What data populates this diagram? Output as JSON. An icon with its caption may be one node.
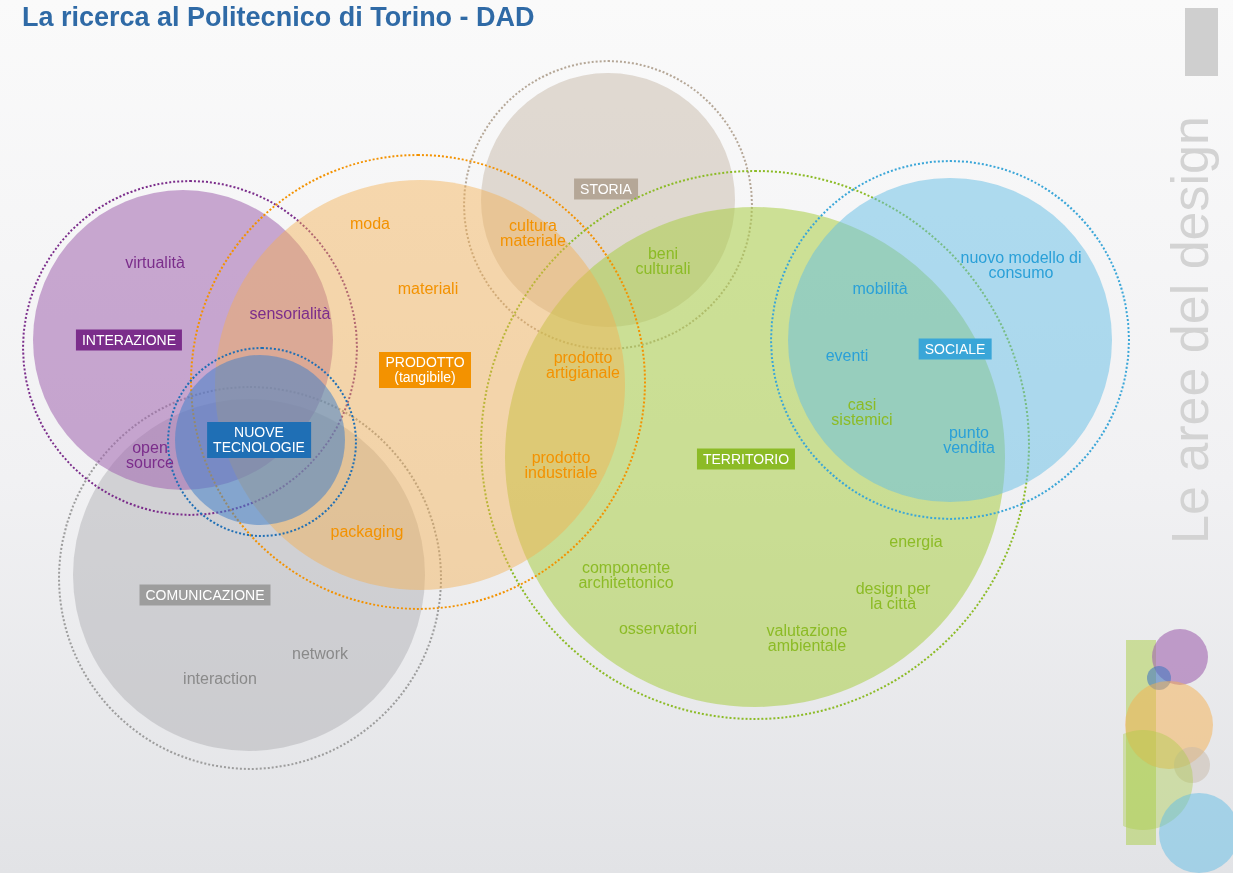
{
  "diagram": {
    "title": "La ricerca al Politecnico di Torino - DAD",
    "nodes": [
      {
        "text": [
          "INTERAZIONE"
        ]
      },
      {
        "text": [
          "NUOVE TECNOLOGIE"
        ]
      },
      {
        "text": [
          "PRODOTTO (tangibile)"
        ]
      },
      {
        "text": [
          "COMUNICAZIONE"
        ]
      },
      {
        "text": [
          "STORIA"
        ]
      },
      {
        "text": [
          "TERRITORIO"
        ]
      },
      {
        "text": [
          "SOCIALE"
        ]
      }
    ],
    "edges": [],
    "labels": [
      "virtualità",
      "sensorialità",
      "open source",
      "moda",
      "materiali",
      "cultura materiale",
      "packaging",
      "prodotto artigianale",
      "prodotto industriale",
      "beni culturali",
      "network",
      "interaction",
      "nuovo modello di consumo",
      "mobilità",
      "eventi",
      "casi sistemici",
      "punto vendita",
      "energia",
      "componente architettonico",
      "design per la città",
      "osservatori",
      "valutazione ambientale",
      "Le aree del design"
    ]
  }
}
